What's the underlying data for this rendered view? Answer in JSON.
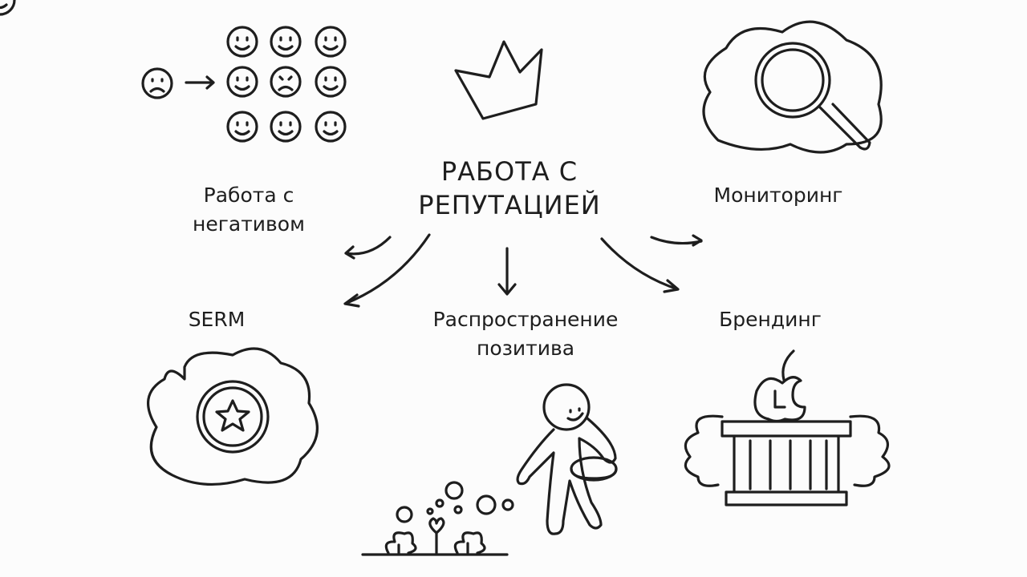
{
  "center_title": "РАБОТА С\nРЕПУТАЦИЕЙ",
  "nodes": [
    {
      "label": "Работа с\nнегативом",
      "icon": "faces-grid-icon"
    },
    {
      "label": "Мониторинг",
      "icon": "magnifier-icon"
    },
    {
      "label": "SERM",
      "icon": "star-badge-icon"
    },
    {
      "label": "Распространение\nпозитива",
      "icon": "person-sowing-icon"
    },
    {
      "label": "Брендинг",
      "icon": "apple-pedestal-icon"
    }
  ]
}
